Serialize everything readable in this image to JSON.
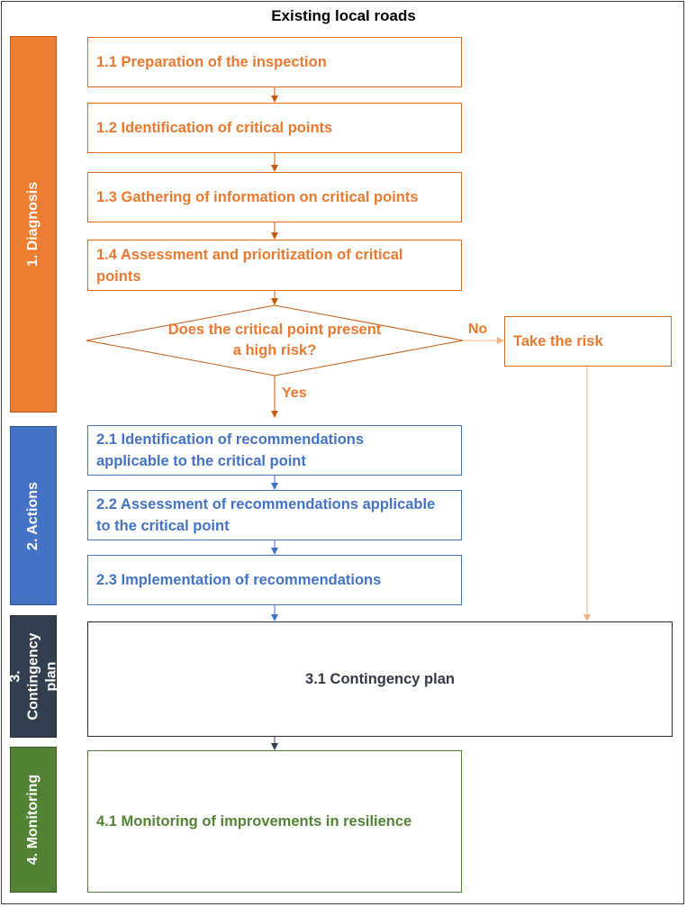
{
  "title": "Existing local roads",
  "phases": {
    "diagnosis": "1. Diagnosis",
    "actions": "2. Actions",
    "contingency": "3. Contingency plan",
    "monitoring": "4. Monitoring"
  },
  "steps": {
    "s1_1": "1.1 Preparation of the inspection",
    "s1_2": "1.2 Identification of critical points",
    "s1_3": "1.3 Gathering of information on critical points",
    "s1_4": "1.4 Assessment and prioritization of critical points",
    "decision": "Does the critical point present a high risk?",
    "no_label": "No",
    "yes_label": "Yes",
    "take_risk": "Take the risk",
    "s2_1": "2.1 Identification of recommendations applicable to the critical point",
    "s2_2": "2.2 Assessment of recommendations applicable to the critical point",
    "s2_3": "2.3 Implementation of recommendations",
    "s3_1": "3.1 Contingency plan",
    "s4_1": "4.1 Monitoring of improvements in resilience"
  },
  "colors": {
    "diagnosis": "#ed7d31",
    "actions": "#4472c4",
    "contingency": "#323f4f",
    "monitoring": "#548235"
  }
}
